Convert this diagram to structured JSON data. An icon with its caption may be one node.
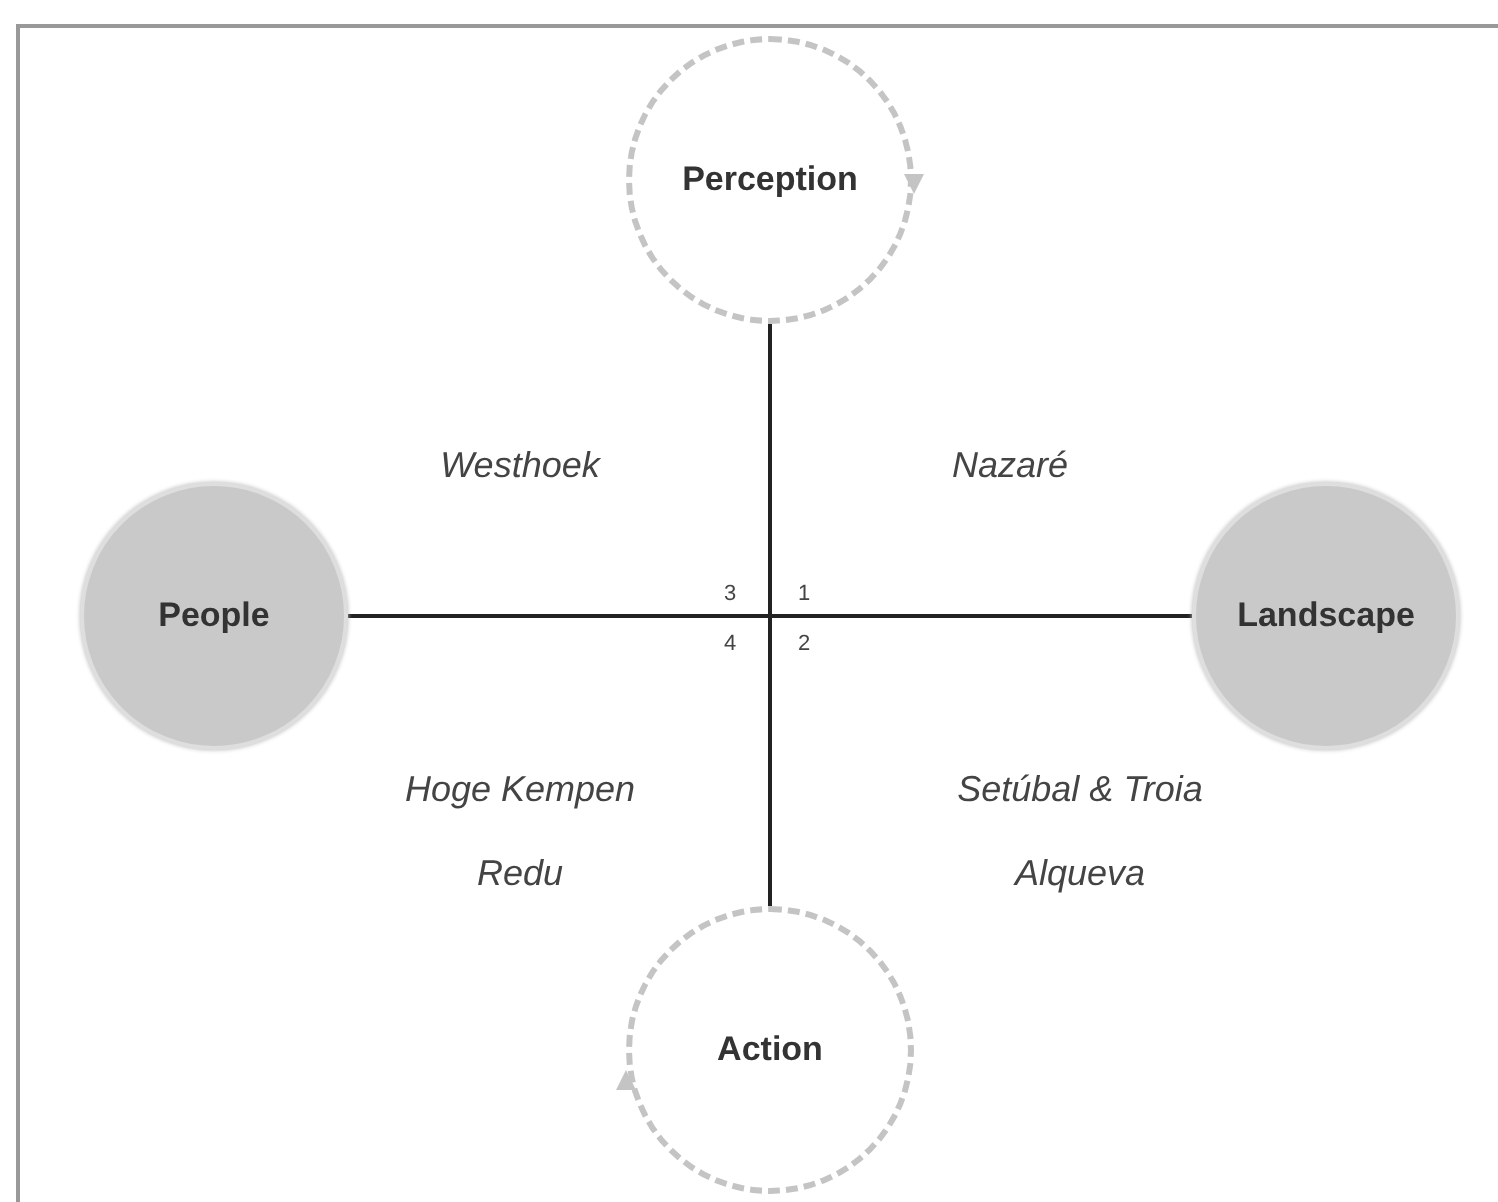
{
  "diagram": {
    "nodes": [
      {
        "text": [
          "Perception"
        ]
      },
      {
        "text": [
          "People"
        ]
      },
      {
        "text": [
          "Landscape"
        ]
      },
      {
        "text": [
          "Action"
        ]
      }
    ],
    "edges": [
      {
        "from": 1,
        "to": 2,
        "arrow": "none"
      },
      {
        "from": 0,
        "to": 3,
        "arrow": "none"
      }
    ],
    "labels": [
      "Westhoek",
      "Nazaré",
      "3",
      "1",
      "4",
      "2",
      "Hoge Kempen",
      "Redu",
      "Setúbal & Troia",
      "Alqueva"
    ]
  }
}
